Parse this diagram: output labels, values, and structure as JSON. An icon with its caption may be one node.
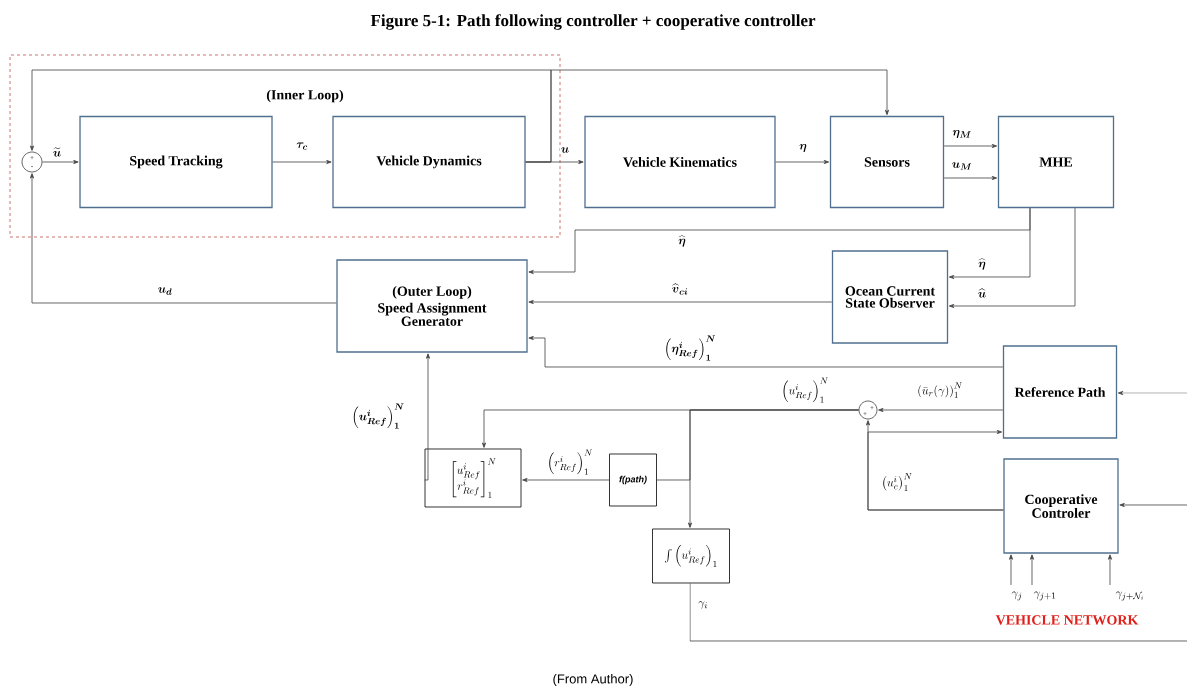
{
  "diagram": {
    "title": "Figure 5-1: Path following controller + cooperative controller",
    "caption": "(From Author)",
    "nodes": [
      {
        "text": [
          "(Inner Loop)"
        ]
      },
      {
        "text": [
          "+",
          "-"
        ],
        "in": 0
      },
      {
        "text": [
          "Speed Tracking"
        ],
        "in": 0
      },
      {
        "text": [
          "Vehicle Dynamics"
        ],
        "in": 0
      },
      {
        "text": [
          "Vehicle Kinematics"
        ]
      },
      {
        "text": [
          "Sensors"
        ]
      },
      {
        "text": [
          "MHE"
        ]
      },
      {
        "text": [
          "(Outer Loop)",
          "Speed Assignment Generator"
        ]
      },
      {
        "text": [
          "Ocean Current State Observer"
        ]
      },
      {
        "text": [
          "Reference Path"
        ]
      },
      {
        "text": [
          "Cooperative Controler"
        ]
      },
      {
        "text": [
          "+",
          "+"
        ]
      },
      {
        "text": [
          "\\begin{bmatrix}u^i_{Ref}\\\\ r^i_{Ref}\\end{bmatrix}_1^N"
        ]
      },
      {
        "text": [
          "f(path)"
        ]
      },
      {
        "text": [
          "\\int\\left(u^i_{Ref}\\right)_1"
        ]
      }
    ],
    "edges": [
      {
        "from": 1,
        "to": 2,
        "arrow": "to",
        "label": "\\widetilde{\\boldsymbol{u}}"
      },
      {
        "from": 2,
        "to": 3,
        "arrow": "to",
        "label": "\\boldsymbol{\\tau_c}"
      },
      {
        "from": 3,
        "to": 4,
        "arrow": "to",
        "label": "\\boldsymbol{u}"
      },
      {
        "from": 3,
        "to": 1,
        "arrow": "to"
      },
      {
        "from": 3,
        "to": 5,
        "arrow": "to"
      },
      {
        "from": 4,
        "to": 5,
        "arrow": "to",
        "label": "\\boldsymbol{\\eta}"
      },
      {
        "from": 5,
        "to": 6,
        "arrow": "to",
        "label": "\\boldsymbol{\\eta_M}"
      },
      {
        "from": 5,
        "to": 6,
        "arrow": "to",
        "label": "\\boldsymbol{u_M}"
      },
      {
        "from": 6,
        "to": 7,
        "arrow": "to",
        "label": "\\widehat{\\boldsymbol{\\eta}}"
      },
      {
        "from": 6,
        "to": 8,
        "arrow": "to",
        "label": "\\widehat{\\boldsymbol{\\eta}}"
      },
      {
        "from": 6,
        "to": 8,
        "arrow": "to",
        "label": "\\widehat{\\boldsymbol{u}}"
      },
      {
        "from": 8,
        "to": 7,
        "arrow": "to",
        "label": "\\widehat{\\boldsymbol{v}}_{\\boldsymbol{ci}}"
      },
      {
        "from": 7,
        "to": 1,
        "arrow": "to",
        "label": "\\boldsymbol{u_d}"
      },
      {
        "from": 9,
        "to": 7,
        "arrow": "to",
        "label": "\\boldsymbol{\\left(\\eta^i_{Ref}\\right)_1^N}"
      },
      {
        "from": 9,
        "to": 11,
        "arrow": "to",
        "label": "\\left(\\bar{u}_r(\\gamma)\\right)_1^N"
      },
      {
        "from": 11,
        "to": 12,
        "arrow": "to",
        "label": "\\left(u^i_{Ref}\\right)_1^N"
      },
      {
        "from": 11,
        "to": 13,
        "arrow": "none"
      },
      {
        "from": 11,
        "to": 14,
        "arrow": "to"
      },
      {
        "from": 13,
        "to": 12,
        "arrow": "to",
        "label": "\\left(r^i_{Ref}\\right)_1^N"
      },
      {
        "from": 12,
        "to": 7,
        "arrow": "to",
        "label": "\\boldsymbol{\\left(u^i_{Ref}\\right)_1^N}"
      },
      {
        "from": 10,
        "to": 11,
        "arrow": "to",
        "label": "\\left(u^i_c\\right)_1^N"
      },
      {
        "from": 10,
        "to": 9,
        "arrow": "to"
      },
      {
        "from": 14,
        "to": null,
        "arrow": "none",
        "label": "\\gamma_i"
      },
      {
        "from": null,
        "to": 9,
        "arrow": "to"
      },
      {
        "from": null,
        "to": 10,
        "arrow": "to"
      },
      {
        "from": null,
        "to": 10,
        "arrow": "to",
        "label": "\\gamma_j"
      },
      {
        "from": null,
        "to": 10,
        "arrow": "to",
        "label": "\\gamma_{j+1}"
      },
      {
        "from": null,
        "to": 10,
        "arrow": "to",
        "label": "\\gamma_{j+\\mathcal{N}_i}"
      }
    ],
    "labels": [
      "VEHICLE NETWORK"
    ]
  }
}
